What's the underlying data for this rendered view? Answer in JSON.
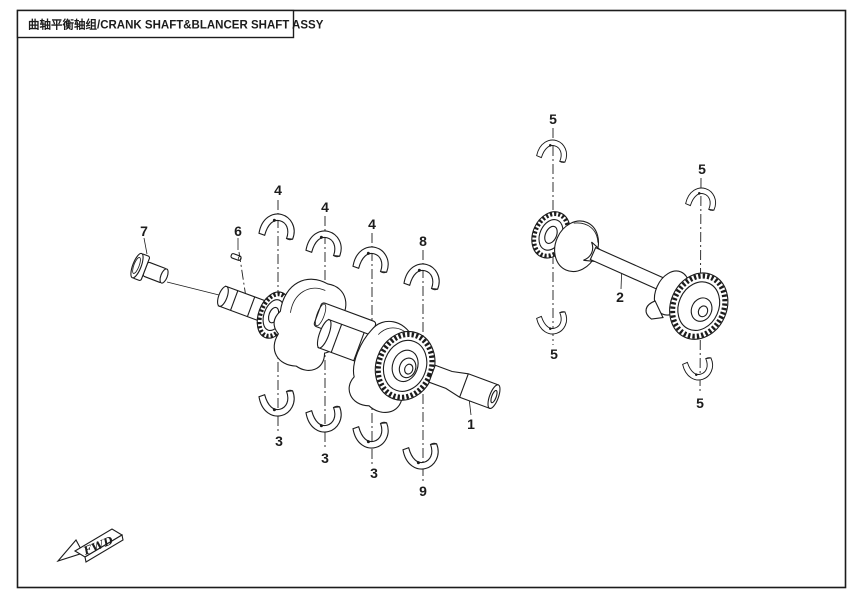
{
  "title": "曲轴平衡轴组/CRANK SHAFT&BLANCER SHAFT ASSY",
  "fwd_label": "FWD",
  "colors": {
    "line": "#1c1c1c",
    "background": "#ffffff"
  },
  "callouts": [
    {
      "label": "7"
    },
    {
      "label": "6"
    },
    {
      "label": "4"
    },
    {
      "label": "4"
    },
    {
      "label": "4"
    },
    {
      "label": "8"
    },
    {
      "label": "3"
    },
    {
      "label": "3"
    },
    {
      "label": "3"
    },
    {
      "label": "9"
    },
    {
      "label": "1"
    },
    {
      "label": "2"
    },
    {
      "label": "5"
    },
    {
      "label": "5"
    },
    {
      "label": "5"
    },
    {
      "label": "5"
    }
  ]
}
